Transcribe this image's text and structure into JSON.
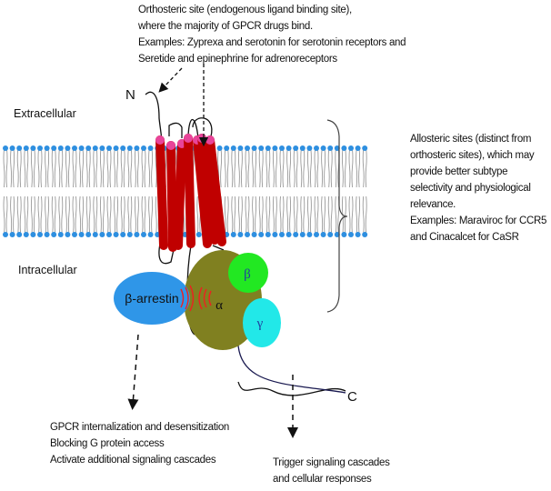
{
  "colors": {
    "helix": "#c00000",
    "helix_cap": "#e8449a",
    "lipid_head": "#2e8fe0",
    "alpha": "#808020",
    "beta": "#22e822",
    "gamma": "#22e8e8",
    "arrestin": "#2f96e8",
    "signal": "#ee2020"
  },
  "top_note": [
    "Orthosteric site (endogenous ligand binding site),",
    "where the majority of GPCR drugs bind.",
    "Examples: Zyprexa and serotonin for serotonin receptors and",
    "Seretide and epinephrine for adrenoreceptors"
  ],
  "right_note": [
    "Allosteric sites (distinct from",
    "orthosteric sites), which may",
    "provide better subtype",
    "selectivity and physiological",
    "relevance.",
    "Examples: Maraviroc for CCR5",
    "and Cinacalcet for CaSR"
  ],
  "left_note": [
    "GPCR internalization and desensitization",
    "Blocking G protein access",
    "Activate additional signaling cascades"
  ],
  "center_note": [
    "Trigger signaling cascades",
    "and cellular responses"
  ],
  "labels": {
    "extracellular": "Extracellular",
    "intracellular": "Intracellular",
    "n_term": "N",
    "c_term": "C",
    "arrestin": "β-arrestin",
    "alpha": "α",
    "beta": "β",
    "gamma": "γ"
  }
}
